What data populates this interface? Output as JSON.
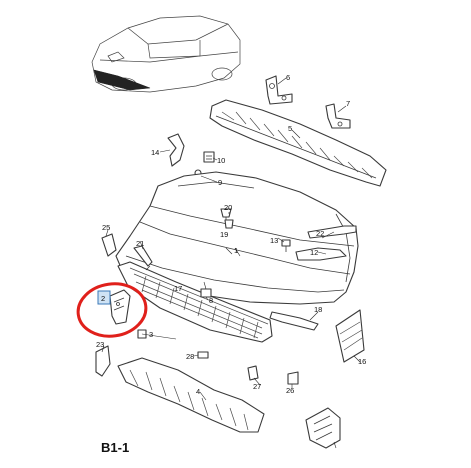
{
  "diagram": {
    "sheet_label": "B1-1",
    "highlighted_part": "2",
    "callouts": {
      "p1": "1",
      "p2": "2",
      "p3": "3",
      "p4": "4",
      "p5": "5",
      "p6": "6",
      "p7": "7",
      "p8": "8",
      "p9": "9",
      "p10": "10",
      "p12": "12",
      "p13": "13",
      "p14": "14",
      "p16": "16",
      "p17": "17",
      "p18": "18",
      "p19": "19",
      "p20": "20",
      "p21": "21",
      "p22": "22",
      "p23": "23",
      "p25": "25",
      "p26": "26",
      "p27": "27",
      "p28": "28"
    },
    "colors": {
      "highlight_ring": "#e0201b",
      "highlight_box": "#cfe3f5",
      "line": "#3a3a3a"
    }
  }
}
